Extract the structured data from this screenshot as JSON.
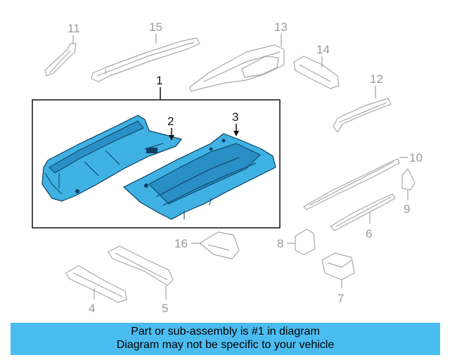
{
  "callouts": {
    "c1": "1",
    "c2": "2",
    "c3": "3",
    "c4": "4",
    "c5": "5",
    "c6": "6",
    "c7": "7",
    "c8": "8",
    "c9": "9",
    "c10": "10",
    "c11": "11",
    "c12": "12",
    "c13": "13",
    "c14": "14",
    "c15": "15",
    "c16": "16"
  },
  "colors": {
    "highlight": "#3fb1e3",
    "outline": "#0d3f62",
    "banner": "#4bbcf0",
    "other_parts": "#a8a8a8"
  },
  "banner": {
    "line1": "Part or sub-assembly is #1 in diagram",
    "line2": "Diagram may not be specific to your vehicle"
  }
}
